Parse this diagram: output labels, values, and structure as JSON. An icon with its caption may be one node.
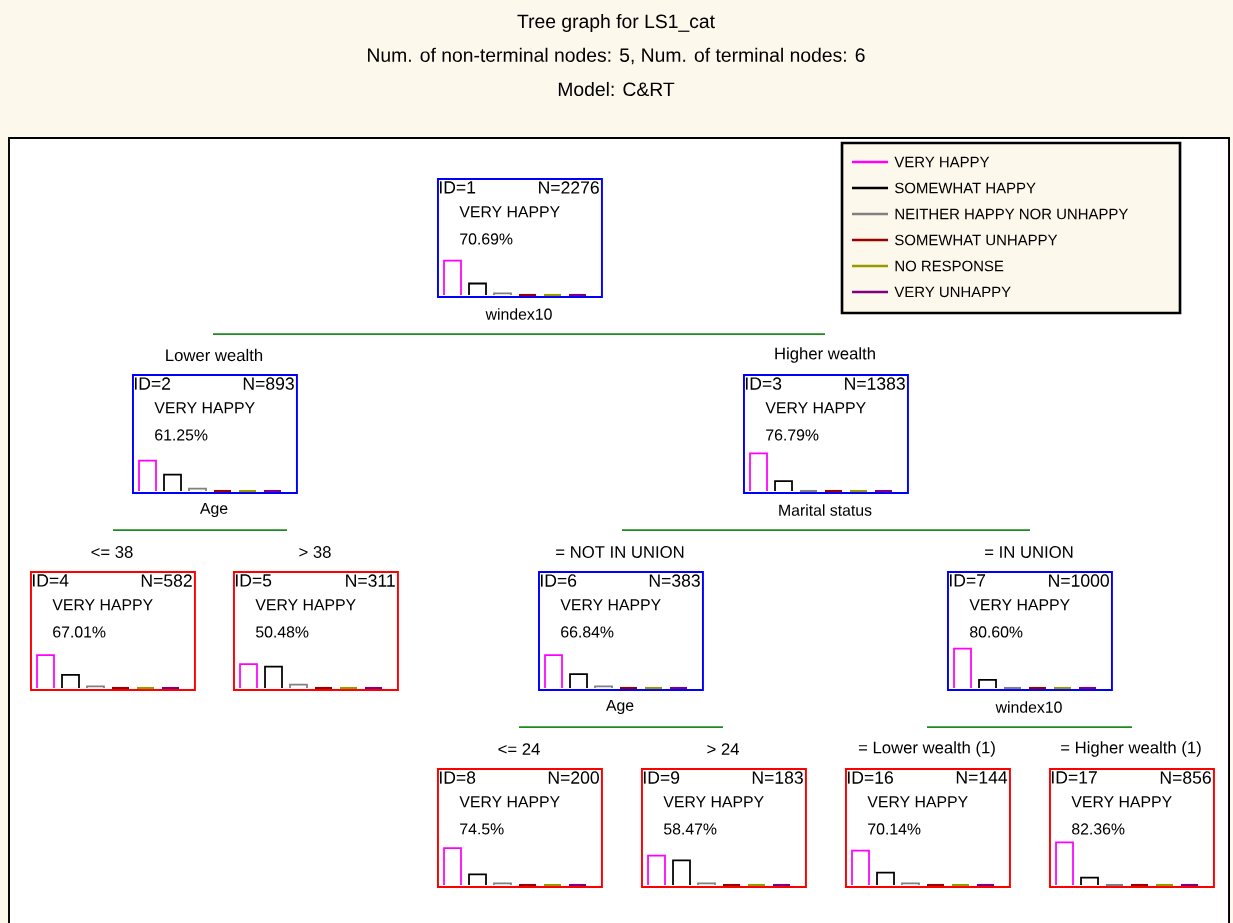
{
  "diagram": {
    "title": "Tree graph for LS1_cat",
    "nodes": [
      {
        "text": [
          "ID=1",
          "N=2276",
          "VERY HAPPY",
          "70.69%"
        ],
        "beside": [
          "windex10"
        ]
      },
      {
        "text": [
          "Lower wealth",
          "ID=2",
          "N=893",
          "VERY HAPPY",
          "61.25%"
        ],
        "beside": [
          "Age"
        ]
      },
      {
        "text": [
          "Higher wealth",
          "ID=3",
          "N=1383",
          "VERY HAPPY",
          "76.79%"
        ],
        "beside": [
          "Marital status"
        ]
      },
      {
        "text": [
          "<= 38",
          "ID=4",
          "N=582",
          "VERY HAPPY",
          "67.01%"
        ]
      },
      {
        "text": [
          "> 38",
          "ID=5",
          "N=311",
          "VERY HAPPY",
          "50.48%"
        ]
      },
      {
        "text": [
          "= NOT IN UNION",
          "ID=6",
          "N=383",
          "VERY HAPPY",
          "66.84%"
        ],
        "beside": [
          "Age"
        ]
      },
      {
        "text": [
          "= IN UNION",
          "ID=7",
          "N=1000",
          "VERY HAPPY",
          "80.60%"
        ],
        "beside": [
          "windex10"
        ]
      },
      {
        "text": [
          "<= 24",
          "ID=8",
          "N=200",
          "VERY HAPPY",
          "74.5%"
        ]
      },
      {
        "text": [
          "> 24",
          "ID=9",
          "N=183",
          "VERY HAPPY",
          "58.47%"
        ]
      },
      {
        "text": [
          "= Lower wealth (1)",
          "ID=16",
          "N=144",
          "VERY HAPPY",
          "70.14%"
        ]
      },
      {
        "text": [
          "= Higher wealth (1)",
          "ID=17",
          "N=856",
          "VERY HAPPY",
          "82.36%"
        ]
      }
    ],
    "labels": [
      "Num. of non-terminal nodes: 5,  Num. of terminal nodes: 6",
      "Model: C&RT"
    ],
    "legend": [
      {
        "text": "VERY HAPPY",
        "color": "#ff00ff"
      },
      {
        "text": "SOMEWHAT HAPPY",
        "color": "#000000"
      },
      {
        "text": "NEITHER HAPPY NOR UNHAPPY",
        "color": "#808080"
      },
      {
        "text": "SOMEWHAT UNHAPPY",
        "color": "#990000"
      },
      {
        "text": "NO RESPONSE",
        "color": "#999900"
      },
      {
        "text": "VERY UNHAPPY",
        "color": "#800080"
      }
    ]
  }
}
